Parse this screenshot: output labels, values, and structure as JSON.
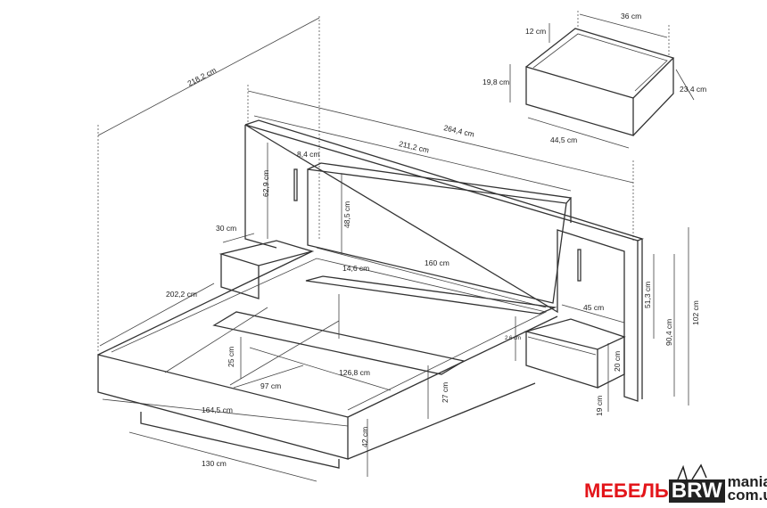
{
  "dimensions": {
    "overall_length": "218,2 cm",
    "overall_width": "264,4 cm",
    "headboard_width": "211,2 cm",
    "headboard_offset": "8,4 cm",
    "back_panel_height": "62,9 cm",
    "headboard_height": "48,5 cm",
    "nightstand_depth_left": "30 cm",
    "shelf_offset": "14,6 cm",
    "mattress_width": "160 cm",
    "frame_length": "202,2 cm",
    "nightstand_width": "45 cm",
    "panel_height_upper": "51,3 cm",
    "panel_height_mid": "90,4 cm",
    "total_height": "102 cm",
    "nightstand_top": "2,6 cm",
    "nightstand_height": "20 cm",
    "nightstand_clearance": "19 cm",
    "slat_height": "25 cm",
    "slat_length": "126,8 cm",
    "inner_width": "97 cm",
    "frame_height": "27 cm",
    "frame_width": "164,5 cm",
    "bed_height": "42 cm",
    "base_width": "130 cm"
  },
  "drawer": {
    "width": "36 cm",
    "side_height": "12 cm",
    "front_height": "19,8 cm",
    "depth": "23,4 cm",
    "front_width": "44,5 cm"
  },
  "logo": {
    "part1": "МЕБЕЛЬ",
    "part2": "BRW",
    "part3_line1": "mania.",
    "part3_line2": "com.ua"
  }
}
